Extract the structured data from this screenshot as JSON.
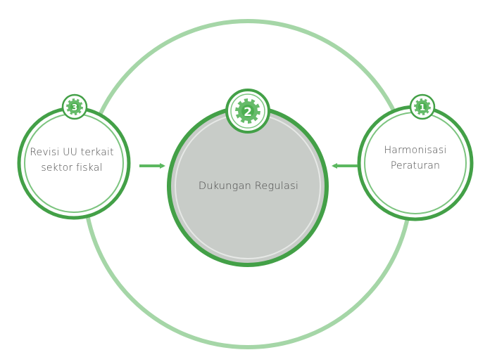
{
  "colors": {
    "orbit": "#a5d6a7",
    "ring": "#43a047",
    "ring_inner": "#7cc47f",
    "center_fill": "#c8ccc8",
    "badge_fill": "#66bb6a",
    "text": "#4a4a4a",
    "arrow": "#5cb860"
  },
  "nodes": {
    "left": {
      "label_lines": [
        "Revisi UU terkait",
        "sektor fiskal"
      ],
      "badge_number": "3",
      "badge_icon": "gear-icon"
    },
    "center": {
      "label_lines": [
        "Dukungan Regulasi"
      ],
      "badge_number": "2",
      "badge_icon": "gear-icon"
    },
    "right": {
      "label_lines": [
        "Harmonisasi",
        "Peraturan"
      ],
      "badge_number": "1",
      "badge_icon": "gear-icon"
    }
  }
}
